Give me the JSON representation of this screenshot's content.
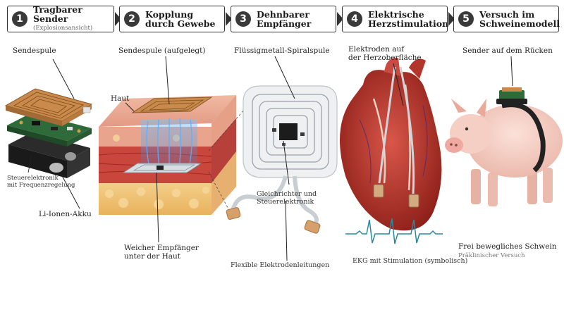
{
  "steps": [
    {
      "num": "1",
      "title": "Tragbarer Sender",
      "sub": "(Explosionsansicht)"
    },
    {
      "num": "2",
      "title_l1": "Kopplung",
      "title_l2": "durch Gewebe"
    },
    {
      "num": "3",
      "title_l1": "Dehnbarer",
      "title_l2": "Empfänger"
    },
    {
      "num": "4",
      "title_l1": "Elektrische",
      "title_l2": "Herzstimulation"
    },
    {
      "num": "5",
      "title_l1": "Versuch im",
      "title_l2": "Schweinemodell"
    }
  ],
  "labels": {
    "sendespule": "Sendespule",
    "steuerelektronik_l1": "Steuerelektronik",
    "steuerelektronik_l2": "mit Frequenzregelung",
    "akku": "Li-Ionen-Akku",
    "sendespule_aufgelegt": "Sendespule (aufgelegt)",
    "haut": "Haut",
    "empfaenger_l1": "Weicher Empfänger",
    "empfaenger_l2": "unter der Haut",
    "spiralspule": "Flüssigmetall-Spiralspule",
    "gleichrichter_l1": "Gleichrichter und",
    "gleichrichter_l2": "Steuerelektronik",
    "elektrodenleitungen": "Flexible Elektrodenleitungen",
    "elektroden_l1": "Elektroden auf",
    "elektroden_l2": "der Herzoberfläche",
    "ekg": "EKG mit Stimulation (symbolisch)",
    "sender_ruecken": "Sender auf dem Rücken",
    "schwein": "Frei bewegliches Schwein",
    "praeklinisch": "Präklinischer Versuch"
  },
  "colors": {
    "copper": "#c98a4b",
    "pcb_green": "#2f6b3a",
    "tissue_pink": "#e8a08a",
    "fat_yellow": "#f0c070",
    "field_blue": "#4aa8f0",
    "heart_red": "#b8332a",
    "ecg_teal": "#2a8aa0",
    "pig_pink": "#f2c6bb"
  }
}
